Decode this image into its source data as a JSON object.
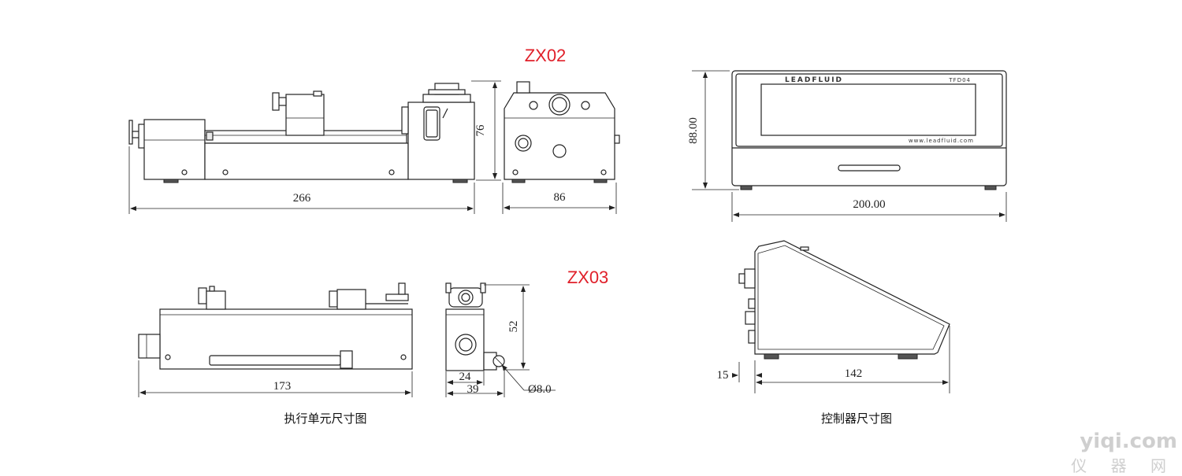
{
  "models": {
    "zx02": "ZX02",
    "zx03": "ZX03"
  },
  "captions": {
    "actuator": "执行单元尺寸图",
    "controller": "控制器尺寸图"
  },
  "zx02_dims": {
    "length": "266",
    "height": "76",
    "width": "86"
  },
  "zx03_dims": {
    "length": "173",
    "height": "52",
    "inner_width": "24",
    "width": "39",
    "diameter": "Ø8.0"
  },
  "controller_dims": {
    "height": "88.00",
    "width": "200.00",
    "depth": "142",
    "offset": "15"
  },
  "controller_panel": {
    "brand": "LEADFLUID",
    "model": "TFD04",
    "website": "www.leadfluid.com"
  },
  "watermark": {
    "site": "yiqi.com",
    "name": "仪 器 网"
  }
}
